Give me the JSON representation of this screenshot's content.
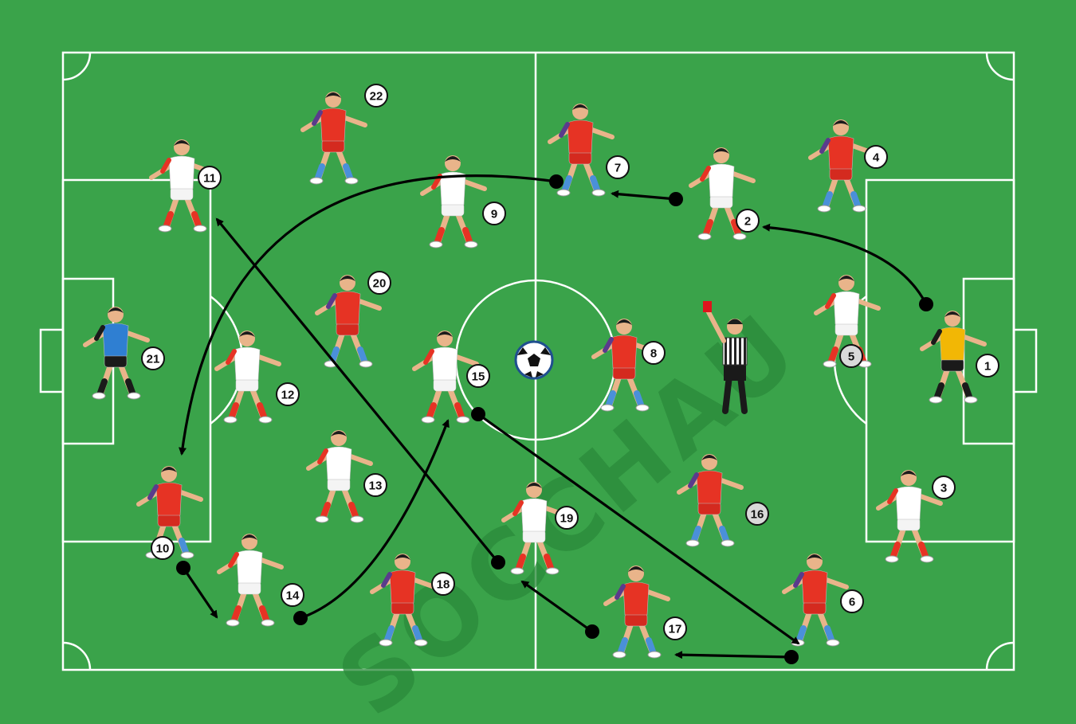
{
  "colors": {
    "pitch": "#3aa34a",
    "lines": "#ffffff",
    "team_red_shirt": "#e63324",
    "team_red_shorts": "#d42a1f",
    "team_white_shirt": "#ffffff",
    "goalkeeper_blue": "#2f7fd2",
    "goalkeeper_yellow": "#f2b705",
    "referee": "#222222",
    "arrow": "#000000"
  },
  "watermark": "SOCCHAU",
  "players": [
    {
      "n": "1",
      "team": "yellow-gk",
      "label_shade": "white"
    },
    {
      "n": "2",
      "team": "white",
      "label_shade": "white"
    },
    {
      "n": "3",
      "team": "white",
      "label_shade": "white"
    },
    {
      "n": "4",
      "team": "red",
      "label_shade": "white"
    },
    {
      "n": "5",
      "team": "white",
      "label_shade": "grey"
    },
    {
      "n": "6",
      "team": "red",
      "label_shade": "white"
    },
    {
      "n": "7",
      "team": "red",
      "label_shade": "white"
    },
    {
      "n": "8",
      "team": "red",
      "label_shade": "white"
    },
    {
      "n": "9",
      "team": "white",
      "label_shade": "white"
    },
    {
      "n": "10",
      "team": "red",
      "label_shade": "white"
    },
    {
      "n": "11",
      "team": "white",
      "label_shade": "white"
    },
    {
      "n": "12",
      "team": "white",
      "label_shade": "white"
    },
    {
      "n": "13",
      "team": "white",
      "label_shade": "white"
    },
    {
      "n": "14",
      "team": "white",
      "label_shade": "white"
    },
    {
      "n": "15",
      "team": "white",
      "label_shade": "white"
    },
    {
      "n": "16",
      "team": "red",
      "label_shade": "grey"
    },
    {
      "n": "17",
      "team": "red",
      "label_shade": "white"
    },
    {
      "n": "18",
      "team": "red",
      "label_shade": "white"
    },
    {
      "n": "19",
      "team": "white",
      "label_shade": "white"
    },
    {
      "n": "20",
      "team": "red",
      "label_shade": "white"
    },
    {
      "n": "21",
      "team": "blue-gk",
      "label_shade": "white"
    },
    {
      "n": "22",
      "team": "red",
      "label_shade": "white"
    }
  ],
  "passes": [
    {
      "from": "1",
      "to": "2"
    },
    {
      "from": "2",
      "to": "7"
    },
    {
      "from": "7",
      "to": "10"
    },
    {
      "from": "10",
      "to": "14"
    },
    {
      "from": "14",
      "to": "15"
    },
    {
      "from": "15",
      "to": "6"
    },
    {
      "from": "6",
      "to": "17"
    },
    {
      "from": "17",
      "to": "19"
    },
    {
      "from": "19",
      "to": "11"
    }
  ],
  "icons": {
    "ball": "soccer-ball-icon",
    "referee": "referee-figure",
    "player": "player-figure"
  }
}
